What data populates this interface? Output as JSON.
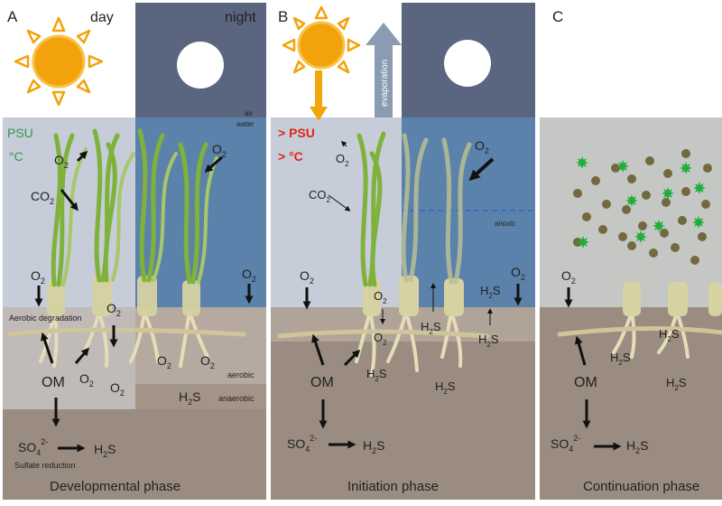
{
  "panels": [
    {
      "letter": "A",
      "time_day": "day",
      "time_night": "night",
      "air": "air",
      "water": "water",
      "psu": "PSU",
      "temp": "°C",
      "o2": "O",
      "o2_sub": "2",
      "co2": "CO",
      "co2_sub": "2",
      "aerobic_degradation": "Aerobic degradation",
      "aerobic": "aerobic",
      "anaerobic": "anaerobic",
      "om": "OM",
      "h2": "H",
      "h2_sub": "2",
      "s": "S",
      "so4": "SO",
      "so4_sub": "4",
      "so4_sup": "2-",
      "sulfate_reduction": "Sulfate reduction",
      "phase": "Developmental phase"
    },
    {
      "letter": "B",
      "evaporation": "evaporation",
      "psu": "> PSU",
      "temp": "> °C",
      "anoxic": "anoxic",
      "om": "OM",
      "phase": "Initiation phase"
    },
    {
      "letter": "C",
      "om": "OM",
      "phase": "Continuation phase"
    }
  ],
  "colors": {
    "night_sky": "#5a6580",
    "water_light": "#c6ccd8",
    "water_dark": "#5b82aa",
    "sediment": "#9a8c80",
    "sediment_dark": "#8a7c72",
    "sun": "#f2a20a",
    "psu_green": "#2f9b47",
    "red": "#e0261d",
    "arrow_orange": "#f3a50c",
    "evap_arrow": "#8a9bb2",
    "bacteria_green": "#1fae3a",
    "particle_brown": "#726a3e"
  }
}
